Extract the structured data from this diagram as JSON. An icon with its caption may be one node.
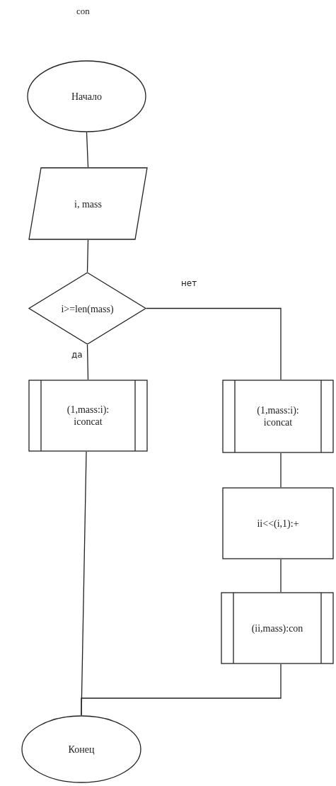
{
  "diagram": {
    "title": "con",
    "nodes": [
      {
        "text": [
          "Начало"
        ]
      },
      {
        "text": [
          "i, mass"
        ]
      },
      {
        "text": [
          "i>=len(mass)"
        ]
      },
      {
        "text": [
          "(1,mass:i): iconcat"
        ]
      },
      {
        "text": [
          "(1,mass:i): iconcat"
        ]
      },
      {
        "text": [
          "ii<<(i,1):+"
        ]
      },
      {
        "text": [
          "(ii,mass):con"
        ]
      },
      {
        "text": [
          "Конец"
        ]
      }
    ],
    "edges": [
      {
        "from": 0,
        "to": 1,
        "arrow": "none"
      },
      {
        "from": 1,
        "to": 2,
        "arrow": "none"
      },
      {
        "from": 2,
        "to": 3,
        "arrow": "none",
        "label": "да"
      },
      {
        "from": 2,
        "to": 4,
        "arrow": "none",
        "label": "нет"
      },
      {
        "from": 4,
        "to": 5,
        "arrow": "none"
      },
      {
        "from": 5,
        "to": 6,
        "arrow": "none"
      },
      {
        "from": 3,
        "to": 7,
        "arrow": "none"
      },
      {
        "from": 6,
        "to": 7,
        "arrow": "none"
      }
    ]
  }
}
